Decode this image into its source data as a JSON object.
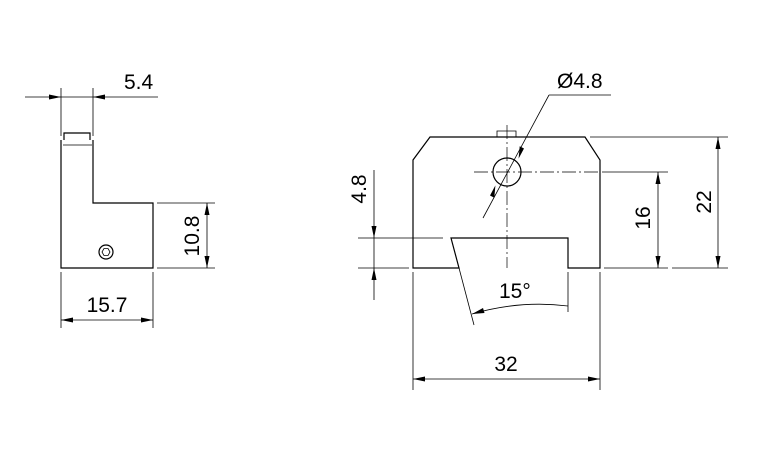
{
  "dimensions": {
    "side_top_width": "5.4",
    "side_height": "10.8",
    "side_width": "15.7",
    "hole_diameter": "Ø4.8",
    "slot_depth": "4.8",
    "hole_height": "16",
    "overall_height": "22",
    "dovetail_angle": "15°",
    "overall_width": "32"
  }
}
